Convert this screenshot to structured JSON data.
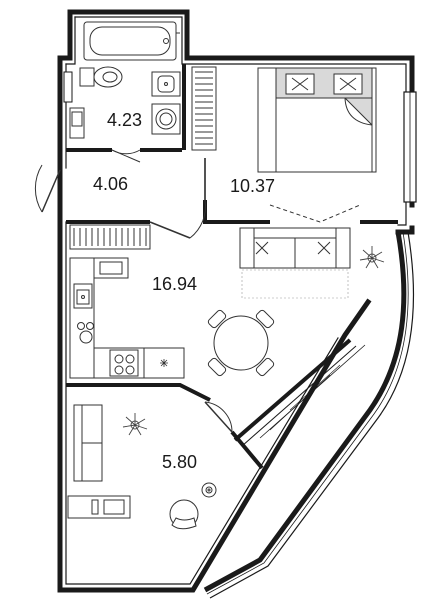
{
  "floorplan": {
    "rooms": [
      {
        "id": "bathroom",
        "area": "4.23"
      },
      {
        "id": "hallway",
        "area": "4.06"
      },
      {
        "id": "bedroom",
        "area": "10.37"
      },
      {
        "id": "kitchen-living",
        "area": "16.94"
      },
      {
        "id": "loggia",
        "area": "5.80"
      }
    ]
  },
  "colors": {
    "wall": "#1a1a1a",
    "wall_fill": "#ffffff",
    "furniture_stroke": "#333333",
    "bed_fill": "#d9d9d9",
    "plant": "#444444"
  }
}
